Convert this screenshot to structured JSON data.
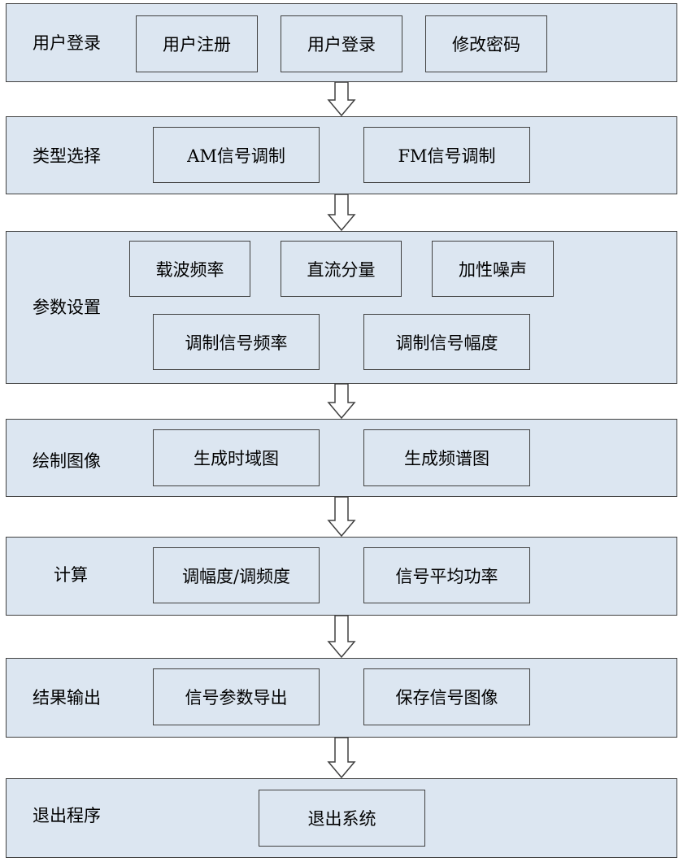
{
  "stages": [
    {
      "label": "用户登录",
      "boxes": [
        "用户注册",
        "用户登录",
        "修改密码"
      ]
    },
    {
      "label": "类型选择",
      "boxes": [
        "AM信号调制",
        "FM信号调制"
      ]
    },
    {
      "label": "参数设置",
      "boxes": [
        "载波频率",
        "直流分量",
        "加性噪声",
        "调制信号频率",
        "调制信号幅度"
      ]
    },
    {
      "label": "绘制图像",
      "boxes": [
        "生成时域图",
        "生成频谱图"
      ]
    },
    {
      "label": "计算",
      "boxes": [
        "调幅度/调频度",
        "信号平均功率"
      ]
    },
    {
      "label": "结果输出",
      "boxes": [
        "信号参数导出",
        "保存信号图像"
      ]
    },
    {
      "label": "退出程序",
      "boxes": [
        "退出系统"
      ]
    }
  ],
  "colors": {
    "fill": "#dce6f1",
    "stroke": "#404040",
    "arrow_fill": "#ffffff"
  },
  "connector": "down-arrow"
}
